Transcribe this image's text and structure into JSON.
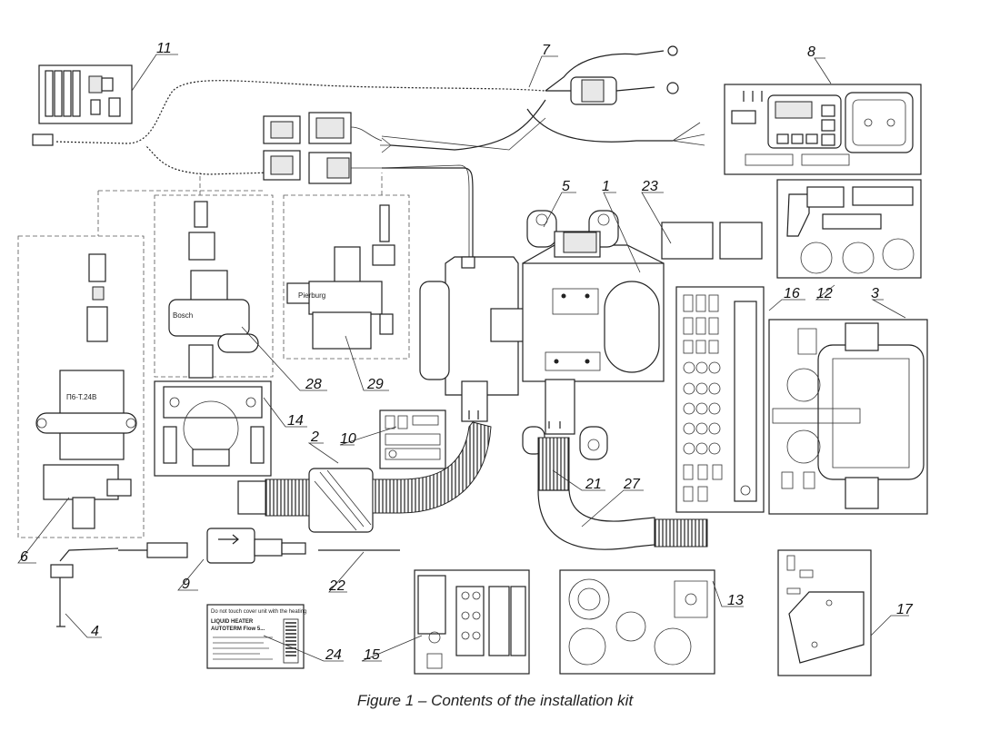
{
  "figure": {
    "caption": "Figure 1 – Contents of the installation kit"
  },
  "callouts": {
    "n1": "1",
    "n2": "2",
    "n3": "3",
    "n4": "4",
    "n5": "5",
    "n6": "6",
    "n7": "7",
    "n8": "8",
    "n9": "9",
    "n10": "10",
    "n11": "11",
    "n12": "12",
    "n13": "13",
    "n14": "14",
    "n15": "15",
    "n16": "16",
    "n17": "17",
    "n21": "21",
    "n22": "22",
    "n23": "23",
    "n24": "24",
    "n27": "27",
    "n28": "28",
    "n29": "29"
  },
  "pump_labels": {
    "pump6_marking": "П6-Т.24В",
    "pump28_brand": "Bosch",
    "pump29_brand": "Pierburg"
  },
  "nameplate": {
    "header": "Do not touch cover unit with the heating",
    "title1": "LIQUID HEATER",
    "title2": "AUTOTERM Flow 5..."
  }
}
